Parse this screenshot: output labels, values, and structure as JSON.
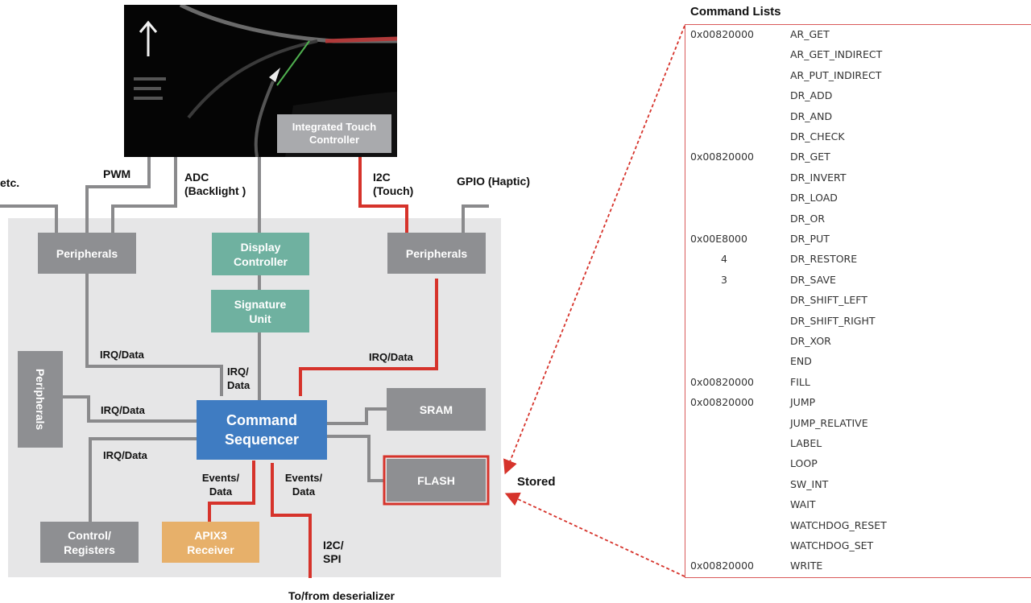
{
  "screen": {
    "overlay_label": "Integrated Touch Controller"
  },
  "labels": {
    "etc": "etc.",
    "pwm": "PWM",
    "adc": "ADC (Backlight )",
    "i2c_touch": "I2C (Touch)",
    "gpio_haptic": "GPIO (Haptic)",
    "irq_data_left": "IRQ/Data",
    "irq_data_center": "IRQ/ Data",
    "irq_data_right": "IRQ/Data",
    "irq_data_side": "IRQ/Data",
    "irq_data_ctrl": "IRQ/Data",
    "events_data_left": "Events/ Data",
    "events_data_right": "Events/ Data",
    "i2c_spi": "I2C/ SPI",
    "to_from_deserializer": "To/from deserializer",
    "stored": "Stored"
  },
  "blocks": {
    "peripherals_left": "Peripherals",
    "display_controller": "Display Controller",
    "peripherals_right": "Peripherals",
    "signature_unit": "Signature Unit",
    "peripherals_side": "Peripherals",
    "command_sequencer": "Command Sequencer",
    "sram": "SRAM",
    "flash": "FLASH",
    "control_registers": "Control/ Registers",
    "apix3_receiver": "APIX3 Receiver"
  },
  "command_lists": {
    "title": "Command Lists",
    "rows": [
      {
        "addr": "0x00820000",
        "name": "AR_GET"
      },
      {
        "addr": "",
        "name": "AR_GET_INDIRECT"
      },
      {
        "addr": "",
        "name": "AR_PUT_INDIRECT"
      },
      {
        "addr": "",
        "name": "DR_ADD"
      },
      {
        "addr": "",
        "name": "DR_AND"
      },
      {
        "addr": "",
        "name": "DR_CHECK"
      },
      {
        "addr": "0x00820000",
        "name": "DR_GET"
      },
      {
        "addr": "",
        "name": "DR_INVERT"
      },
      {
        "addr": "",
        "name": "DR_LOAD"
      },
      {
        "addr": "",
        "name": "DR_OR"
      },
      {
        "addr": "0x00E8000",
        "name": "DR_PUT"
      },
      {
        "addr": "4",
        "name": "DR_RESTORE"
      },
      {
        "addr": "3",
        "name": "DR_SAVE"
      },
      {
        "addr": "",
        "name": "DR_SHIFT_LEFT"
      },
      {
        "addr": "",
        "name": "DR_SHIFT_RIGHT"
      },
      {
        "addr": "",
        "name": "DR_XOR"
      },
      {
        "addr": "",
        "name": "END"
      },
      {
        "addr": "0x00820000",
        "name": "FILL"
      },
      {
        "addr": "0x00820000",
        "name": "JUMP"
      },
      {
        "addr": "",
        "name": "JUMP_RELATIVE"
      },
      {
        "addr": "",
        "name": "LABEL"
      },
      {
        "addr": "",
        "name": "LOOP"
      },
      {
        "addr": "",
        "name": "SW_INT"
      },
      {
        "addr": "",
        "name": "WAIT"
      },
      {
        "addr": "",
        "name": "WATCHDOG_RESET"
      },
      {
        "addr": "",
        "name": "WATCHDOG_SET"
      },
      {
        "addr": "0x00820000",
        "name": "WRITE"
      }
    ]
  },
  "colors": {
    "panel": "#e6e6e7",
    "gray_block": "#8e8f92",
    "teal_block": "#6fb1a0",
    "blue_block": "#3f7cc2",
    "orange_block": "#e7b06a",
    "red_wire": "#d6332b",
    "gray_wire": "#8a8a8c"
  }
}
